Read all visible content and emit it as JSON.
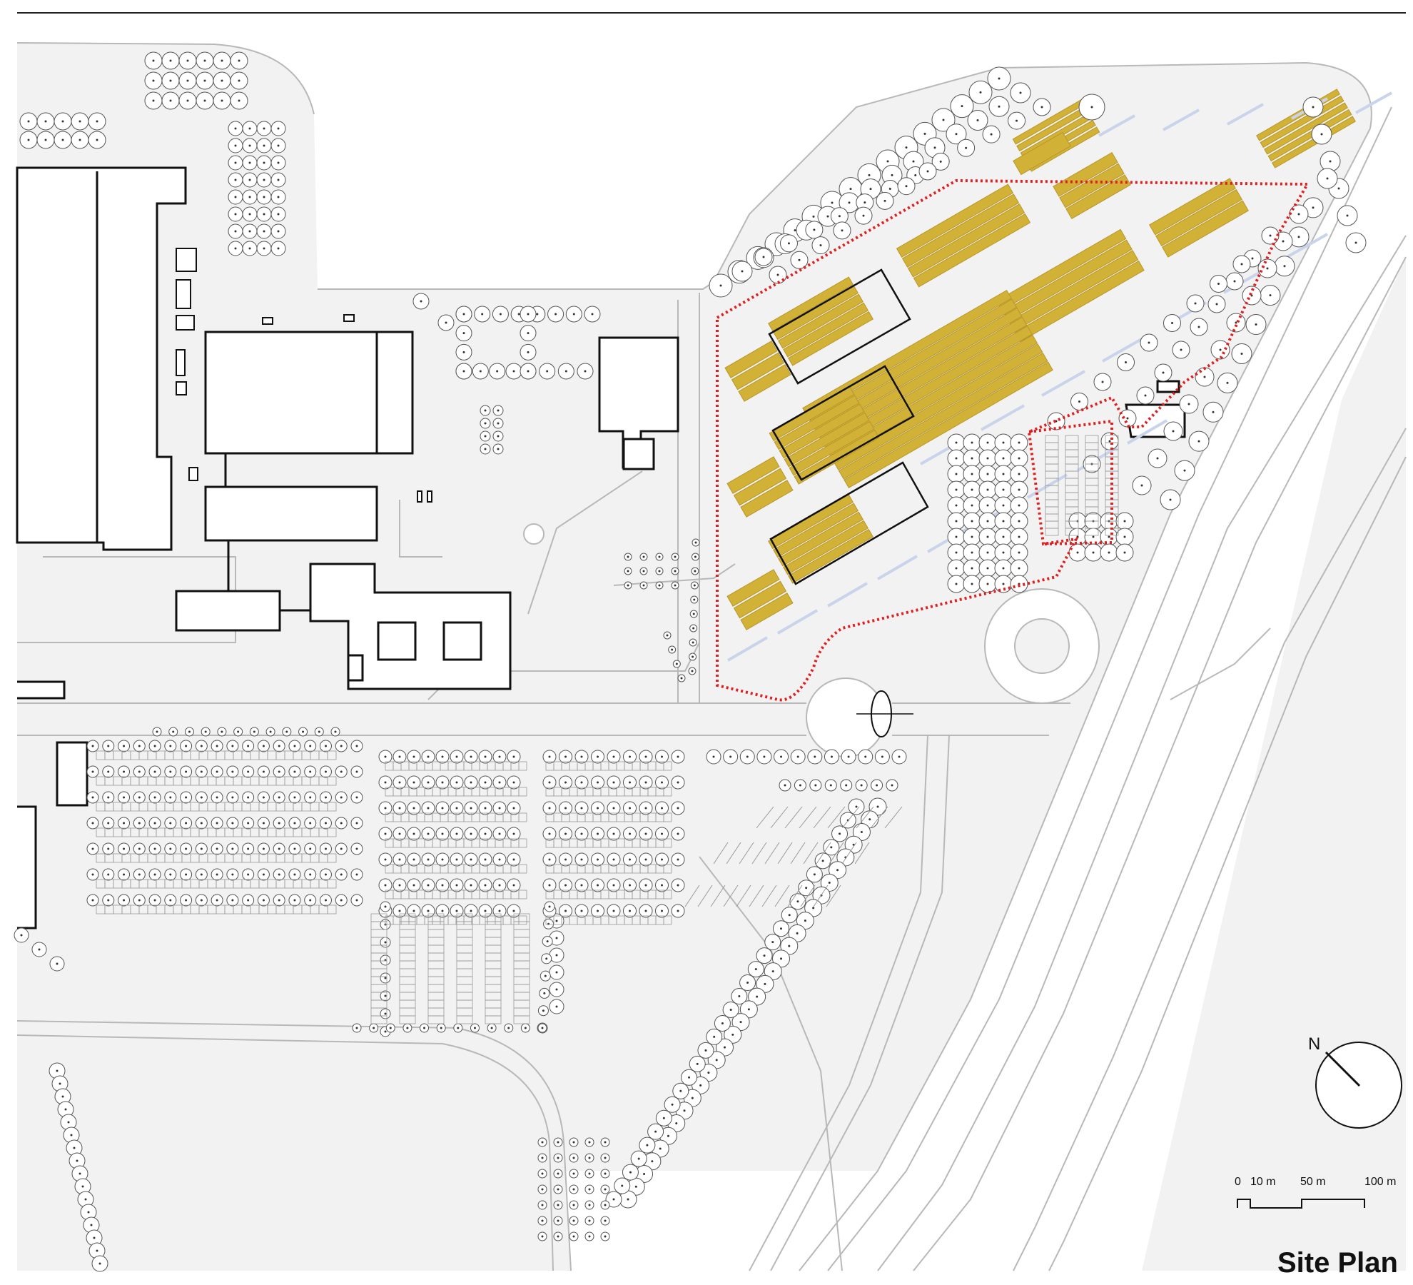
{
  "title": "Site Plan",
  "north": {
    "label": "N"
  },
  "scale_bar": {
    "labels": [
      "0",
      "10 m",
      "50 m",
      "100 m"
    ]
  },
  "colors": {
    "background": "#ffffff",
    "ground": "#f2f2f2",
    "road_line": "#b8b8b8",
    "building_outline": "#111111",
    "solar_fill": "#d2b236",
    "solar_stroke": "#b8962a",
    "site_boundary": "#e02020",
    "tree_outline": "#555555",
    "path_blue": "#c9d3ea"
  },
  "icons": {
    "north_arrow": "compass-icon",
    "tree": "tree-canopy-icon"
  }
}
